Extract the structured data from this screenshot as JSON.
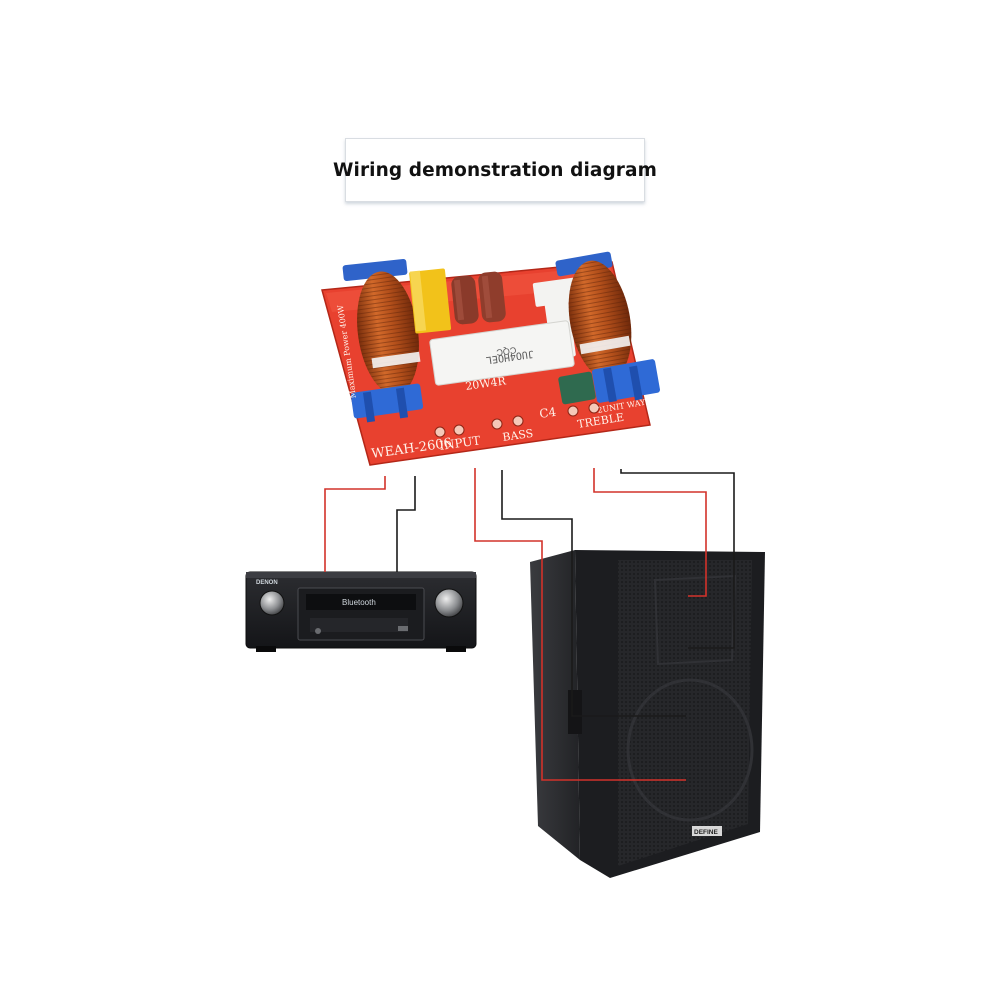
{
  "title": "Wiring demonstration diagram",
  "pcb": {
    "model": "WEAH-2606",
    "input_label": "INPUT",
    "bass_label": "BASS",
    "treble_label": "TREBLE",
    "c4_label": "C4",
    "resistor_rating": "20W4R",
    "power_label": "Maximum Power  400W",
    "way_label": "2UNIT WAY",
    "sticker_text": "CQC",
    "sticker_code": "JUO4HOEL"
  },
  "amplifier": {
    "brand": "DENON",
    "display_text": "Bluetooth"
  },
  "speaker": {
    "badge": "DEFINE"
  },
  "colors": {
    "background": "#ffffff",
    "pcb_red": "#e8412f",
    "wire_red": "#d2322a",
    "wire_black": "#1a1a1a",
    "coil_copper": "#c0561e",
    "device_black": "#1c1d20"
  }
}
